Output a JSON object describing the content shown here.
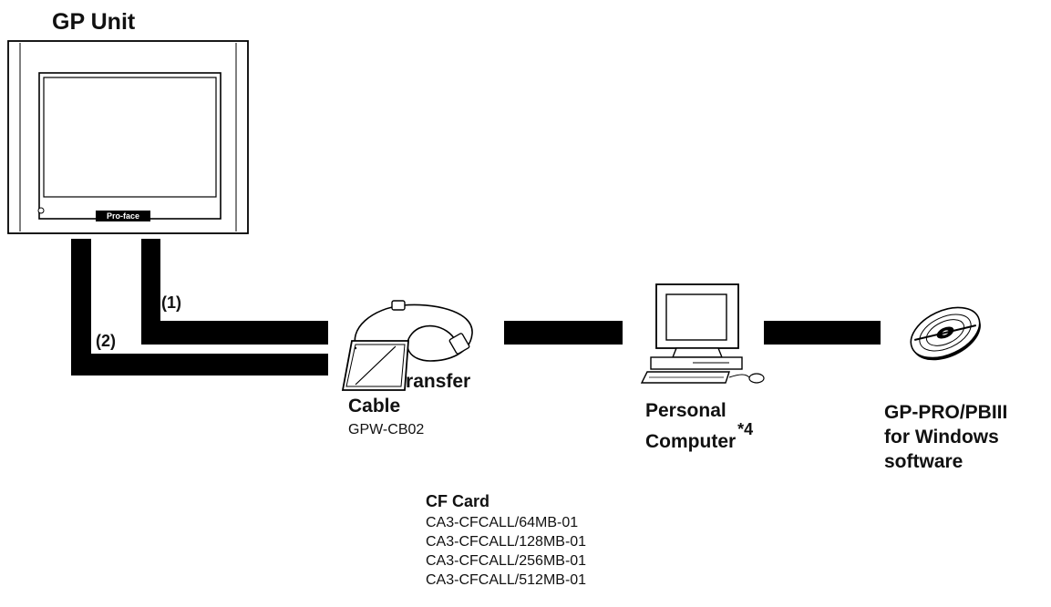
{
  "gp_unit": {
    "title": "GP Unit",
    "logo": "Pro-face"
  },
  "connections": {
    "path1_label": "(1)",
    "path2_label": "(2)"
  },
  "cable": {
    "title_line1": "Data Transfer",
    "title_line2": "Cable",
    "model": "GPW-CB02"
  },
  "computer": {
    "title_line1": "Personal",
    "title_line2": "Computer",
    "footnote": "*4"
  },
  "software": {
    "line1": "GP-PRO/PBIII",
    "line2": "for Windows",
    "line3": "software"
  },
  "cf_card": {
    "title": "CF Card",
    "models": [
      "CA3-CFCALL/64MB-01",
      "CA3-CFCALL/128MB-01",
      "CA3-CFCALL/256MB-01",
      "CA3-CFCALL/512MB-01"
    ]
  }
}
